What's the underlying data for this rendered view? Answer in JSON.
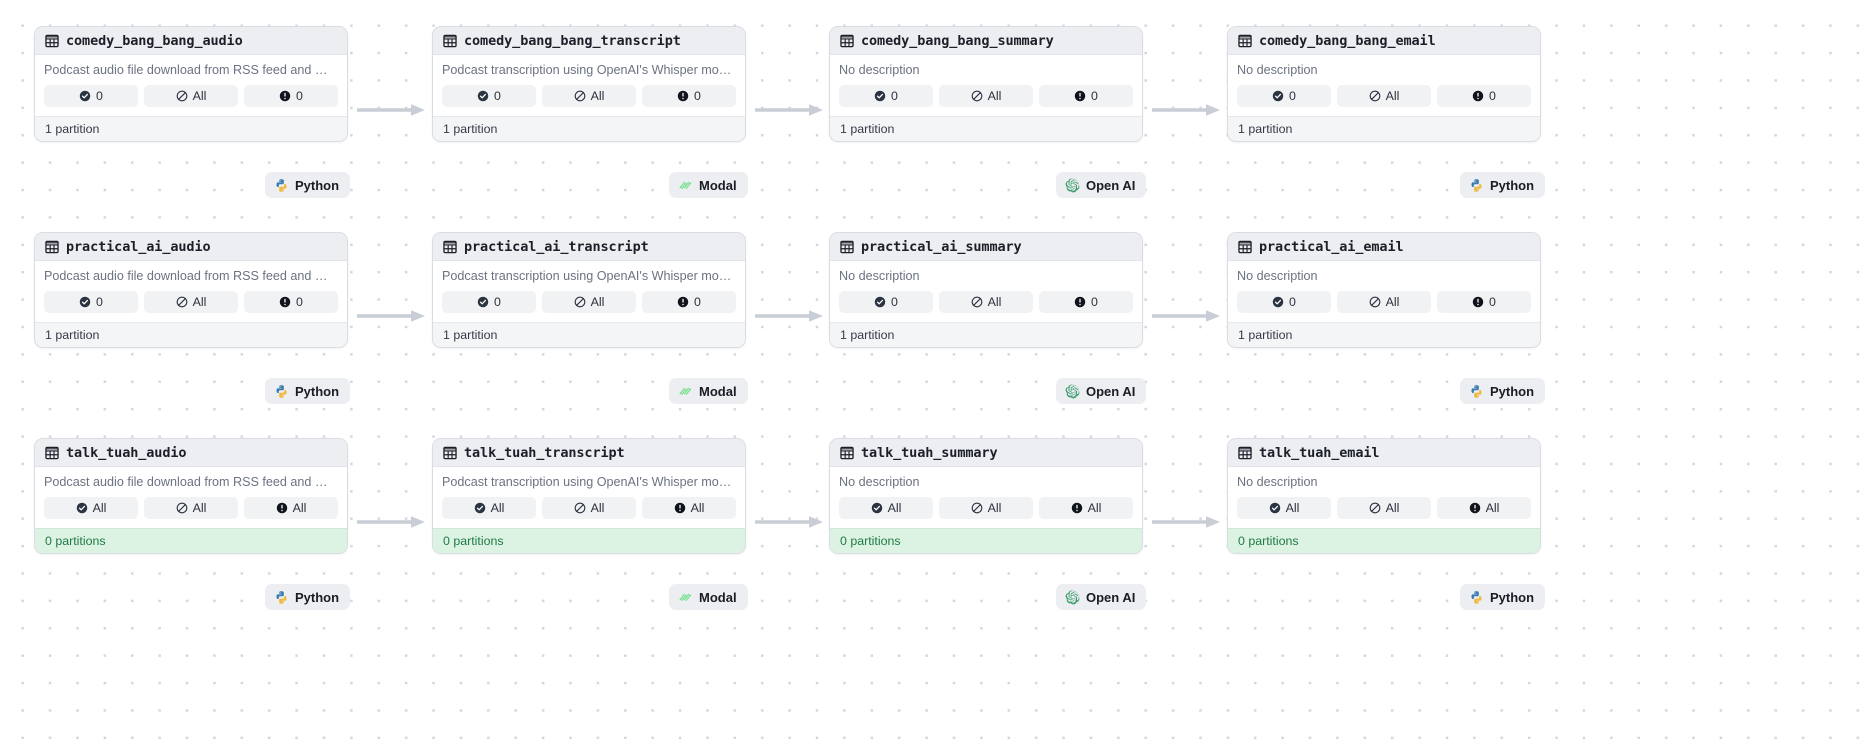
{
  "graph": {
    "background": "#ffffff",
    "dot_color": "#d4d7de",
    "footer_green_bg": "#dcf3e3",
    "footer_green_text": "#1f7a45"
  },
  "icons": {
    "table": "table-icon",
    "check_circle": "check-circle-icon",
    "slash_circle": "slash-circle-icon",
    "exclamation_circle": "exclamation-circle-icon",
    "arrow_right": "arrow-right-icon",
    "python": "python-logo-icon",
    "modal": "modal-logo-icon",
    "openai": "openai-logo-icon"
  },
  "rows": [
    {
      "cards": [
        {
          "title": "comedy_bang_bang_audio",
          "description": "Podcast audio file download from RSS feed and …",
          "badges": [
            {
              "icon": "check-circle-icon",
              "value": "0"
            },
            {
              "icon": "slash-circle-icon",
              "value": "All"
            },
            {
              "icon": "exclamation-circle-icon",
              "value": "0"
            }
          ],
          "footer": "1 partition",
          "footer_state": "default"
        },
        {
          "title": "comedy_bang_bang_transcript",
          "description": "Podcast transcription using OpenAI's Whisper mo…",
          "badges": [
            {
              "icon": "check-circle-icon",
              "value": "0"
            },
            {
              "icon": "slash-circle-icon",
              "value": "All"
            },
            {
              "icon": "exclamation-circle-icon",
              "value": "0"
            }
          ],
          "footer": "1 partition",
          "footer_state": "default"
        },
        {
          "title": "comedy_bang_bang_summary",
          "description": "No description",
          "badges": [
            {
              "icon": "check-circle-icon",
              "value": "0"
            },
            {
              "icon": "slash-circle-icon",
              "value": "All"
            },
            {
              "icon": "exclamation-circle-icon",
              "value": "0"
            }
          ],
          "footer": "1 partition",
          "footer_state": "default"
        },
        {
          "title": "comedy_bang_bang_email",
          "description": "No description",
          "badges": [
            {
              "icon": "check-circle-icon",
              "value": "0"
            },
            {
              "icon": "slash-circle-icon",
              "value": "All"
            },
            {
              "icon": "exclamation-circle-icon",
              "value": "0"
            }
          ],
          "footer": "1 partition",
          "footer_state": "default"
        }
      ],
      "tags": [
        {
          "icon": "python-logo-icon",
          "label": "Python"
        },
        {
          "icon": "modal-logo-icon",
          "label": "Modal"
        },
        {
          "icon": "openai-logo-icon",
          "label": "Open AI"
        },
        {
          "icon": "python-logo-icon",
          "label": "Python"
        }
      ]
    },
    {
      "cards": [
        {
          "title": "practical_ai_audio",
          "description": "Podcast audio file download from RSS feed and …",
          "badges": [
            {
              "icon": "check-circle-icon",
              "value": "0"
            },
            {
              "icon": "slash-circle-icon",
              "value": "All"
            },
            {
              "icon": "exclamation-circle-icon",
              "value": "0"
            }
          ],
          "footer": "1 partition",
          "footer_state": "default"
        },
        {
          "title": "practical_ai_transcript",
          "description": "Podcast transcription using OpenAI's Whisper mo…",
          "badges": [
            {
              "icon": "check-circle-icon",
              "value": "0"
            },
            {
              "icon": "slash-circle-icon",
              "value": "All"
            },
            {
              "icon": "exclamation-circle-icon",
              "value": "0"
            }
          ],
          "footer": "1 partition",
          "footer_state": "default"
        },
        {
          "title": "practical_ai_summary",
          "description": "No description",
          "badges": [
            {
              "icon": "check-circle-icon",
              "value": "0"
            },
            {
              "icon": "slash-circle-icon",
              "value": "All"
            },
            {
              "icon": "exclamation-circle-icon",
              "value": "0"
            }
          ],
          "footer": "1 partition",
          "footer_state": "default"
        },
        {
          "title": "practical_ai_email",
          "description": "No description",
          "badges": [
            {
              "icon": "check-circle-icon",
              "value": "0"
            },
            {
              "icon": "slash-circle-icon",
              "value": "All"
            },
            {
              "icon": "exclamation-circle-icon",
              "value": "0"
            }
          ],
          "footer": "1 partition",
          "footer_state": "default"
        }
      ],
      "tags": [
        {
          "icon": "python-logo-icon",
          "label": "Python"
        },
        {
          "icon": "modal-logo-icon",
          "label": "Modal"
        },
        {
          "icon": "openai-logo-icon",
          "label": "Open AI"
        },
        {
          "icon": "python-logo-icon",
          "label": "Python"
        }
      ]
    },
    {
      "cards": [
        {
          "title": "talk_tuah_audio",
          "description": "Podcast audio file download from RSS feed and …",
          "badges": [
            {
              "icon": "check-circle-icon",
              "value": "All"
            },
            {
              "icon": "slash-circle-icon",
              "value": "All"
            },
            {
              "icon": "exclamation-circle-icon",
              "value": "All"
            }
          ],
          "footer": "0 partitions",
          "footer_state": "green"
        },
        {
          "title": "talk_tuah_transcript",
          "description": "Podcast transcription using OpenAI's Whisper mo…",
          "badges": [
            {
              "icon": "check-circle-icon",
              "value": "All"
            },
            {
              "icon": "slash-circle-icon",
              "value": "All"
            },
            {
              "icon": "exclamation-circle-icon",
              "value": "All"
            }
          ],
          "footer": "0 partitions",
          "footer_state": "green"
        },
        {
          "title": "talk_tuah_summary",
          "description": "No description",
          "badges": [
            {
              "icon": "check-circle-icon",
              "value": "All"
            },
            {
              "icon": "slash-circle-icon",
              "value": "All"
            },
            {
              "icon": "exclamation-circle-icon",
              "value": "All"
            }
          ],
          "footer": "0 partitions",
          "footer_state": "green"
        },
        {
          "title": "talk_tuah_email",
          "description": "No description",
          "badges": [
            {
              "icon": "check-circle-icon",
              "value": "All"
            },
            {
              "icon": "slash-circle-icon",
              "value": "All"
            },
            {
              "icon": "exclamation-circle-icon",
              "value": "All"
            }
          ],
          "footer": "0 partitions",
          "footer_state": "green"
        }
      ],
      "tags": [
        {
          "icon": "python-logo-icon",
          "label": "Python"
        },
        {
          "icon": "modal-logo-icon",
          "label": "Modal"
        },
        {
          "icon": "openai-logo-icon",
          "label": "Open AI"
        },
        {
          "icon": "python-logo-icon",
          "label": "Python"
        }
      ]
    }
  ]
}
